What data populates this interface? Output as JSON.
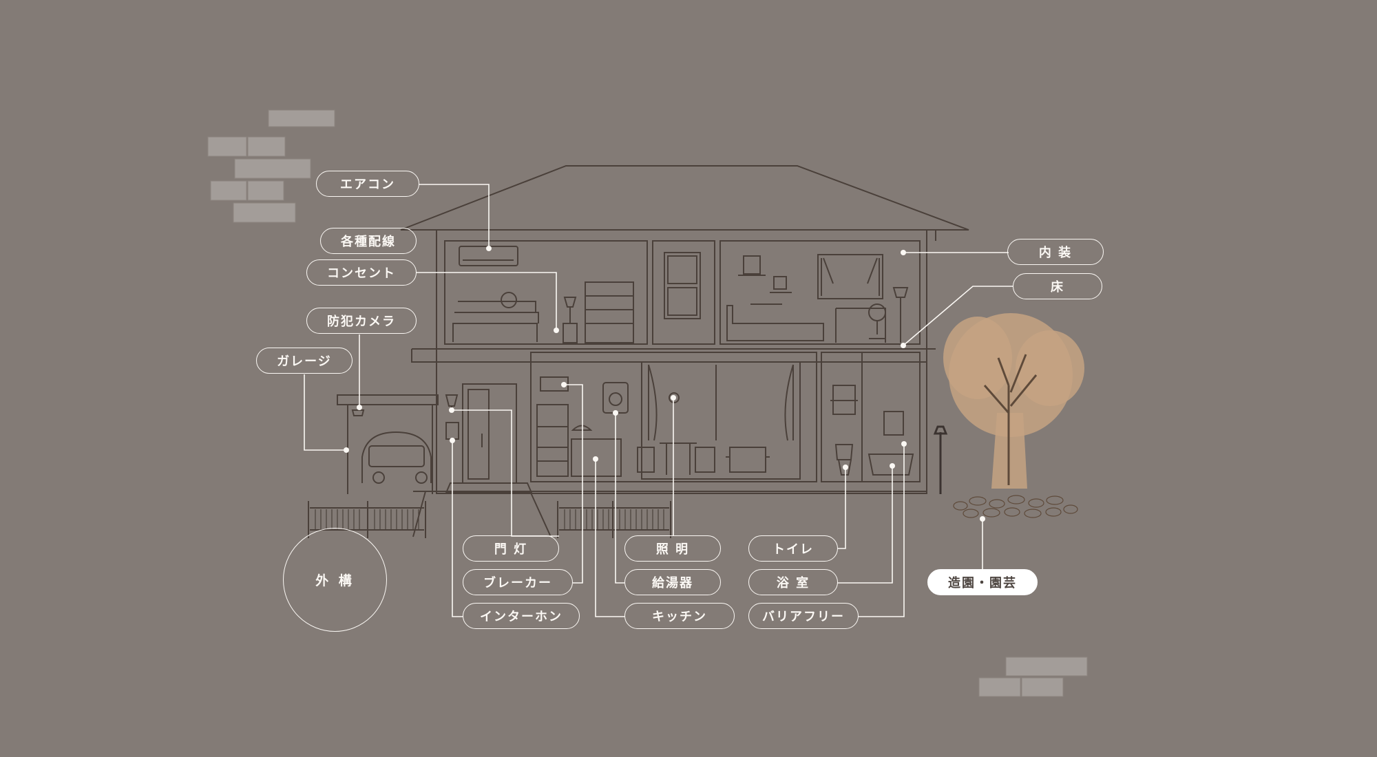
{
  "colors": {
    "background": "#837b76",
    "line": "#fbf8f4",
    "sketch": "#4a403a",
    "tree": "#c5a383",
    "brick": "#a7a19d",
    "active_fill": "#ffffff",
    "active_text": "#4e4641"
  },
  "labels": {
    "aircon": "エアコン",
    "wiring": "各種配線",
    "outlet": "コンセント",
    "camera": "防犯カメラ",
    "garage": "ガレージ",
    "interior": "内 装",
    "floor": "床",
    "gate_light": "門 灯",
    "breaker": "ブレーカー",
    "intercom": "インターホン",
    "lighting": "照 明",
    "water_heater": "給湯器",
    "kitchen": "キッチン",
    "toilet": "トイレ",
    "bathroom": "浴 室",
    "barrier_free": "バリアフリー",
    "landscaping": "造園・園芸",
    "exterior": "外 構"
  }
}
